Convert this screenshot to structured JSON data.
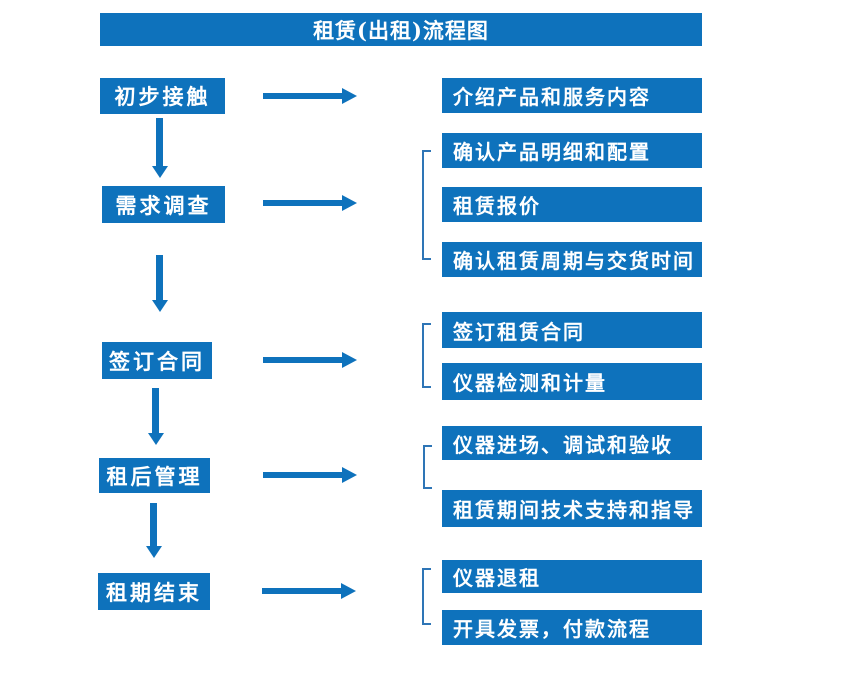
{
  "title": "租赁(出租)流程图",
  "diagram_type": "flowchart",
  "colors": {
    "primary": "#0E72BC",
    "bracket": "#2E75B6",
    "text": "#FFFFFF",
    "background": "#FFFFFF"
  },
  "steps": [
    {
      "label": "初步接触",
      "details": [
        "介绍产品和服务内容"
      ]
    },
    {
      "label": "需求调查",
      "details": [
        "确认产品明细和配置",
        "租赁报价",
        "确认租赁周期与交货时间"
      ]
    },
    {
      "label": "签订合同",
      "details": [
        "签订租赁合同",
        "仪器检测和计量"
      ]
    },
    {
      "label": "租后管理",
      "details": [
        "仪器进场、调试和验收",
        "租赁期间技术支持和指导"
      ]
    },
    {
      "label": "租期结束",
      "details": [
        "仪器退租",
        "开具发票，付款流程"
      ]
    }
  ]
}
